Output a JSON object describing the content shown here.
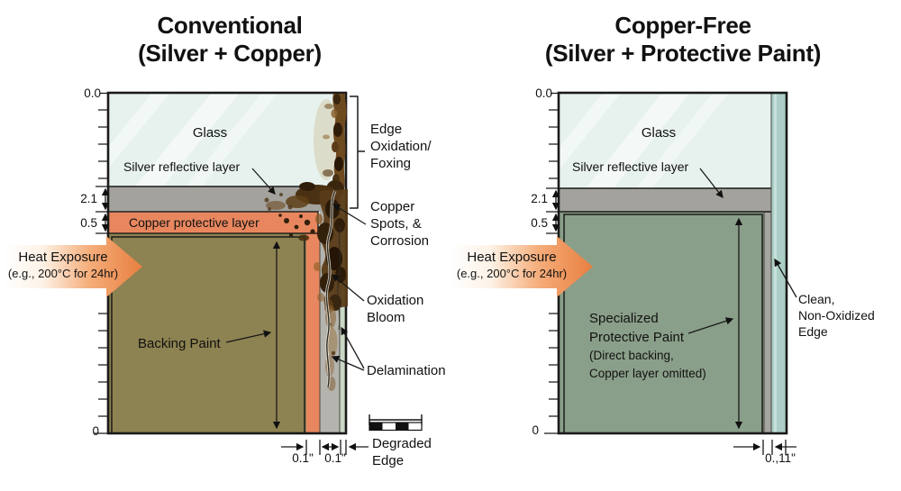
{
  "figure": {
    "left": {
      "title_line1": "Conventional",
      "title_line2": "(Silver + Copper)",
      "glass_label": "Glass",
      "silver_label": "Silver reflective layer",
      "copper_label": "Copper protective layer",
      "backing_label": "Backing Paint",
      "heat_line1": "Heat Exposure",
      "heat_line2": "(e.g., 200°C for 24hr)",
      "axis": {
        "top": "0.0",
        "silver_thickness": "2.1",
        "copper_thickness": "0.5",
        "bottom": "0"
      },
      "dim_copper": "0.1\"",
      "dim_silver": "0.1\"",
      "annotations": {
        "edge_oxidation": [
          "Edge",
          "Oxidation/",
          "Foxing"
        ],
        "copper_spots": [
          "Copper",
          "Spots, &",
          "Corrosion"
        ],
        "oxidation_bloom": [
          "Oxidation",
          "Bloom"
        ],
        "delamination": [
          "Delamination"
        ],
        "degraded_edge": [
          "Degraded",
          "Edge"
        ]
      }
    },
    "right": {
      "title_line1": "Copper-Free",
      "title_line2": "(Silver + Protective Paint)",
      "glass_label": "Glass",
      "silver_label": "Silver reflective layer",
      "paint_label": [
        "Specialized",
        "Protective Paint",
        "(Direct backing,",
        "Copper layer omitted)"
      ],
      "heat_line1": "Heat Exposure",
      "heat_line2": "(e.g., 200°C for 24hr)",
      "axis": {
        "top": "0.0",
        "silver_thickness": "2.1",
        "paint_thickness": "0.5",
        "bottom": "0"
      },
      "dim_edge": "0.,11\"",
      "annotations": {
        "clean_edge": [
          "Clean,",
          "Non-Oxidized",
          "Edge"
        ]
      }
    }
  },
  "colors": {
    "glass": "#e7f2ee",
    "glass_edge_left": "#c9d8c6",
    "silver": "#a3a29d",
    "silver_edge": "#b4b3ae",
    "copper": "#e8875f",
    "backing_paint": "#8d8251",
    "protective_paint": "#8a9f89",
    "paint_silver_edge": "#a6a5a0",
    "clean_edge": "#abcfc7",
    "heat_orange": "#ee8a4b",
    "corrosion_dark": "#33200b",
    "outline": "#1a1a1a"
  }
}
